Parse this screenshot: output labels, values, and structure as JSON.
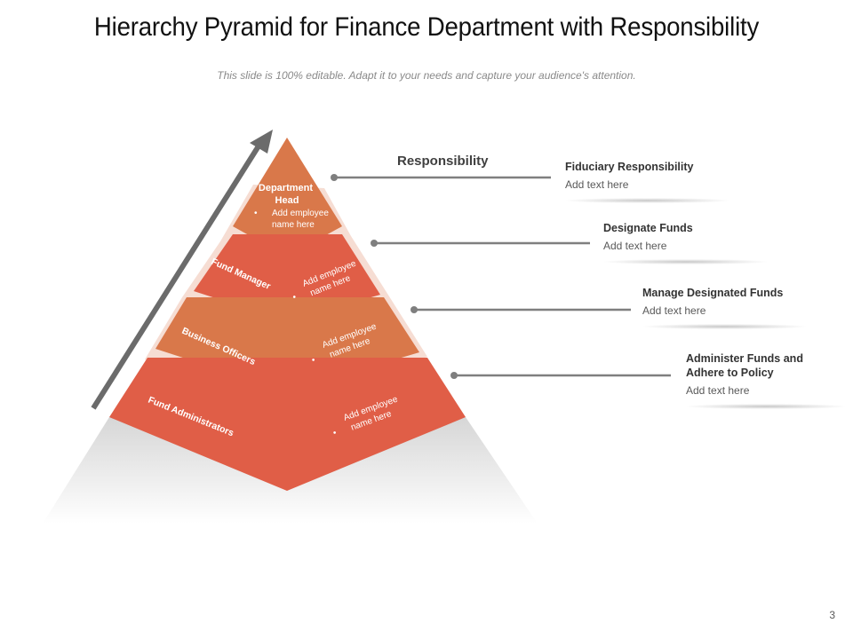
{
  "title": "Hierarchy Pyramid for Finance Department with Responsibility",
  "subtitle": "This slide is 100% editable. Adapt it to your needs and capture your audience's attention.",
  "responsibility_heading": "Responsibility",
  "colors": {
    "orange": "#d9784a",
    "coral": "#e05e47",
    "band": "#f6ddd3",
    "arrow": "#6b6b6b",
    "connector": "#7f7f7f"
  },
  "pyramid": [
    {
      "role": "Department Head",
      "role_lines": [
        "Department",
        "Head"
      ],
      "note_lines": [
        "Add employee",
        "name here"
      ]
    },
    {
      "role": "Fund Manager",
      "note_lines": [
        "Add employee",
        "name here"
      ]
    },
    {
      "role": "Business Officers",
      "note_lines": [
        "Add employee",
        "name here"
      ]
    },
    {
      "role": "Fund Administrators",
      "note_lines": [
        "Add employee",
        "name here"
      ]
    }
  ],
  "responsibilities": [
    {
      "heading": "Fiduciary Responsibility",
      "text": "Add text here"
    },
    {
      "heading": "Designate Funds",
      "text": "Add text here"
    },
    {
      "heading": "Manage Designated Funds",
      "text": "Add text here"
    },
    {
      "heading_lines": [
        "Administer Funds and",
        "Adhere to Policy"
      ],
      "text": "Add text here"
    }
  ],
  "page_number": "3"
}
